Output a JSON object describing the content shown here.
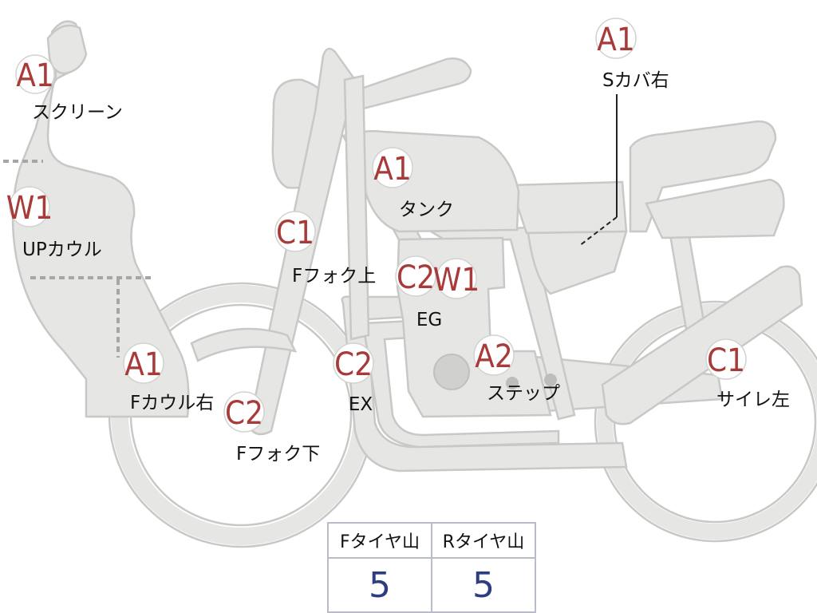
{
  "colors": {
    "part_fill": "#e6e6e4",
    "part_outline": "#c8c8c6",
    "badge_text": "#a83a3a",
    "label_text": "#111111",
    "table_value": "#2d3d82",
    "table_border": "#b7bcc7"
  },
  "parts": [
    {
      "id": "screen",
      "code": "A1",
      "label": "スクリーン"
    },
    {
      "id": "up-cowl",
      "code": "W1",
      "label": "UPカウル"
    },
    {
      "id": "f-cowl-right",
      "code": "A1",
      "label": "Fカウル右"
    },
    {
      "id": "f-fork-upper",
      "code": "C1",
      "label": "Fフォク上"
    },
    {
      "id": "f-fork-lower",
      "code": "C2",
      "label": "Fフォク下"
    },
    {
      "id": "tank",
      "code": "A1",
      "label": "タンク"
    },
    {
      "id": "engine",
      "codes": [
        "C2",
        "W1"
      ],
      "label": "EG"
    },
    {
      "id": "exhaust",
      "code": "C2",
      "label": "EX"
    },
    {
      "id": "step",
      "code": "A2",
      "label": "ステップ"
    },
    {
      "id": "side-cover-right",
      "code": "A1",
      "label": "Sカバ右"
    },
    {
      "id": "silencer-left",
      "code": "C1",
      "label": "サイレ左"
    }
  ],
  "tire_table": {
    "headers": [
      "Fタイヤ山",
      "Rタイヤ山"
    ],
    "values": [
      "5",
      "5"
    ]
  }
}
